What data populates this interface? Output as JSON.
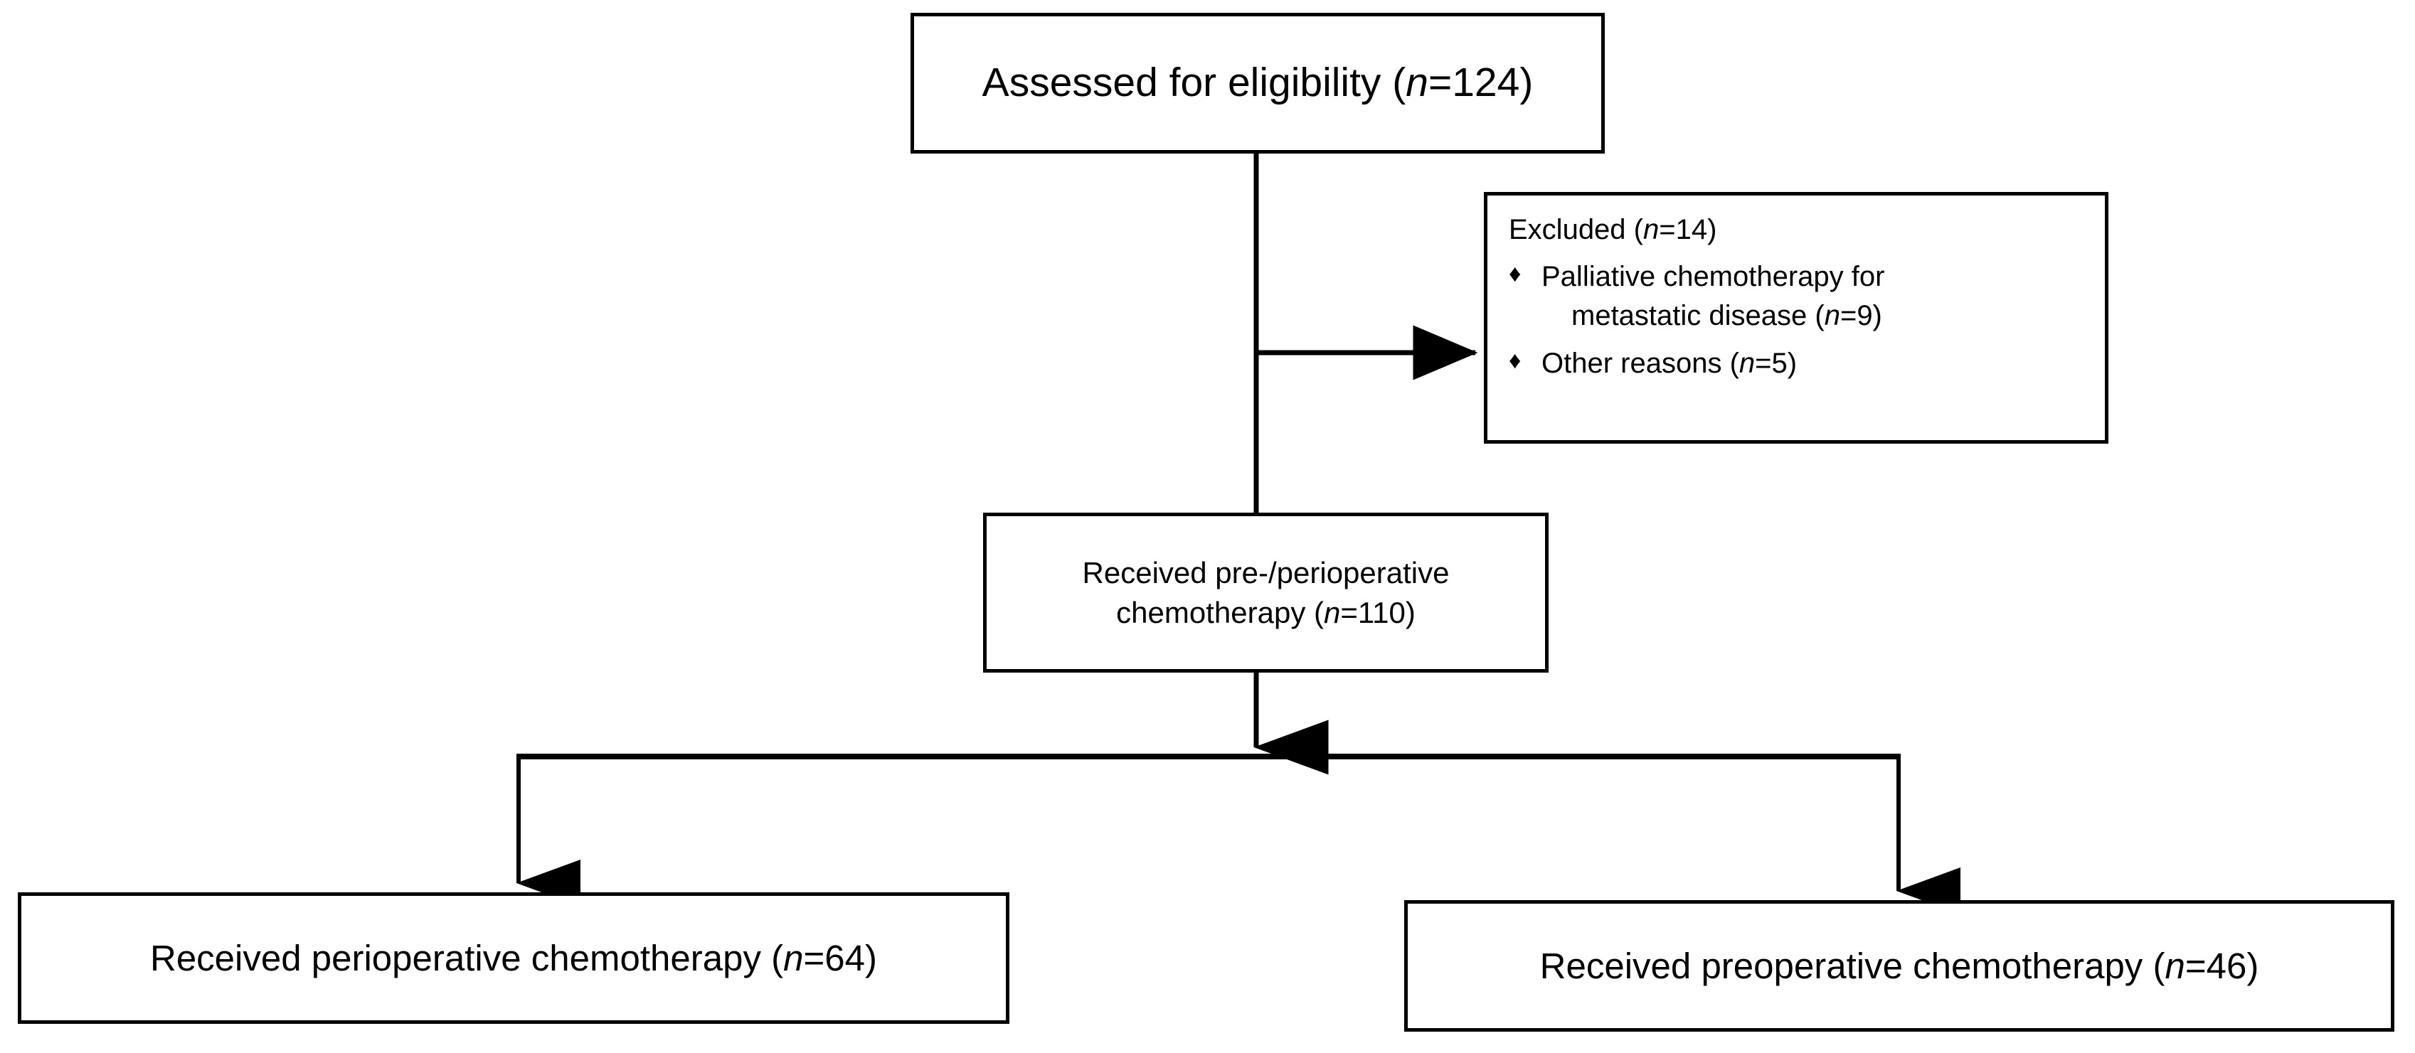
{
  "diagram": {
    "type": "consort-flow-diagram",
    "title": "Patient enrollment flow",
    "colors": {
      "background": "#ffffff",
      "stroke": "#000000",
      "text": "#000000"
    },
    "nodes": {
      "assessed": {
        "label": "Assessed for eligibility (n=124)",
        "text_before": "Assessed for eligibility (",
        "italic": "n",
        "text_after": "=124)",
        "count": 124
      },
      "excluded": {
        "title_before": "Excluded (",
        "title_italic": "n",
        "title_after": "=14)",
        "label": "Excluded (n=14)",
        "count": 14,
        "bullet_glyph": "♦",
        "reasons": [
          {
            "line1": "Palliative chemotherapy for",
            "line2_before": "metastatic disease (",
            "line2_italic": "n",
            "line2_after": "=9)",
            "label": "Palliative chemotherapy for metastatic disease (n=9)",
            "count": 9
          },
          {
            "line1_before": "Other reasons (",
            "line1_italic": "n",
            "line1_after": "=5)",
            "label": "Other reasons (n=5)",
            "count": 5
          }
        ]
      },
      "received_pre": {
        "line1": "Received pre-/perioperative",
        "line2_before": "chemotherapy (",
        "line2_italic": "n",
        "line2_after": "=110)",
        "label": "Received pre-/perioperative chemotherapy (n=110)",
        "count": 110
      },
      "perioperative": {
        "text_before": "Received perioperative chemotherapy (",
        "italic": "n",
        "text_after": "=64)",
        "label": "Received perioperative chemotherapy (n=64)",
        "count": 64
      },
      "preoperative": {
        "text_before": "Received preoperative chemotherapy (",
        "italic": "n",
        "text_after": "=46)",
        "label": "Received preoperative chemotherapy (n=46)",
        "count": 46
      }
    },
    "edges": [
      {
        "from": "assessed",
        "to": "received_pre",
        "arrow": false
      },
      {
        "from": "assessed",
        "to": "excluded",
        "arrow": true
      },
      {
        "from": "received_pre",
        "to": "split",
        "arrow": true
      },
      {
        "from": "split",
        "to": "perioperative",
        "arrow": true
      },
      {
        "from": "split",
        "to": "preoperative",
        "arrow": true
      }
    ]
  }
}
